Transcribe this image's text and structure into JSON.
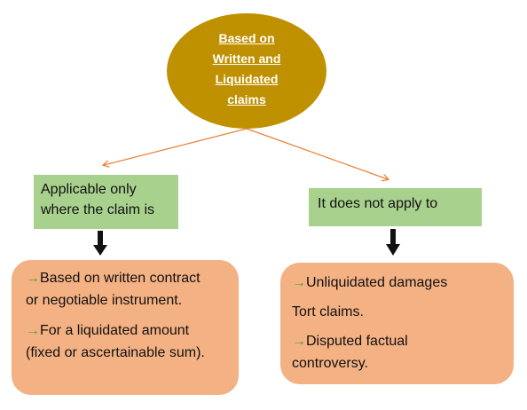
{
  "colors": {
    "ellipse_fill": "#bf9000",
    "connector": "#ed7d31",
    "green_box": "#a9d18e",
    "orange_box": "#f4b183",
    "down_arrow": "#111111",
    "bullet_arrow": "#4ea72e"
  },
  "root": {
    "lines": [
      "Based on",
      "Written and",
      "Liquidated",
      "claims"
    ]
  },
  "left_branch": {
    "header_lines": [
      "Applicable only",
      "where the claim is"
    ],
    "items": [
      {
        "bullet": "→",
        "lines": [
          "Based on written contract",
          "or negotiable instrument."
        ]
      },
      {
        "bullet": "→",
        "lines": [
          "For a liquidated amount",
          "(fixed or ascertainable sum)."
        ]
      }
    ]
  },
  "right_branch": {
    "header_lines": [
      "It does not apply to"
    ],
    "items": [
      {
        "bullet": "→",
        "lines": [
          "Unliquidated damages"
        ]
      },
      {
        "bullet": "",
        "lines": [
          "Tort claims."
        ]
      },
      {
        "bullet": "→",
        "lines": [
          "Disputed factual",
          "controversy."
        ]
      }
    ]
  }
}
